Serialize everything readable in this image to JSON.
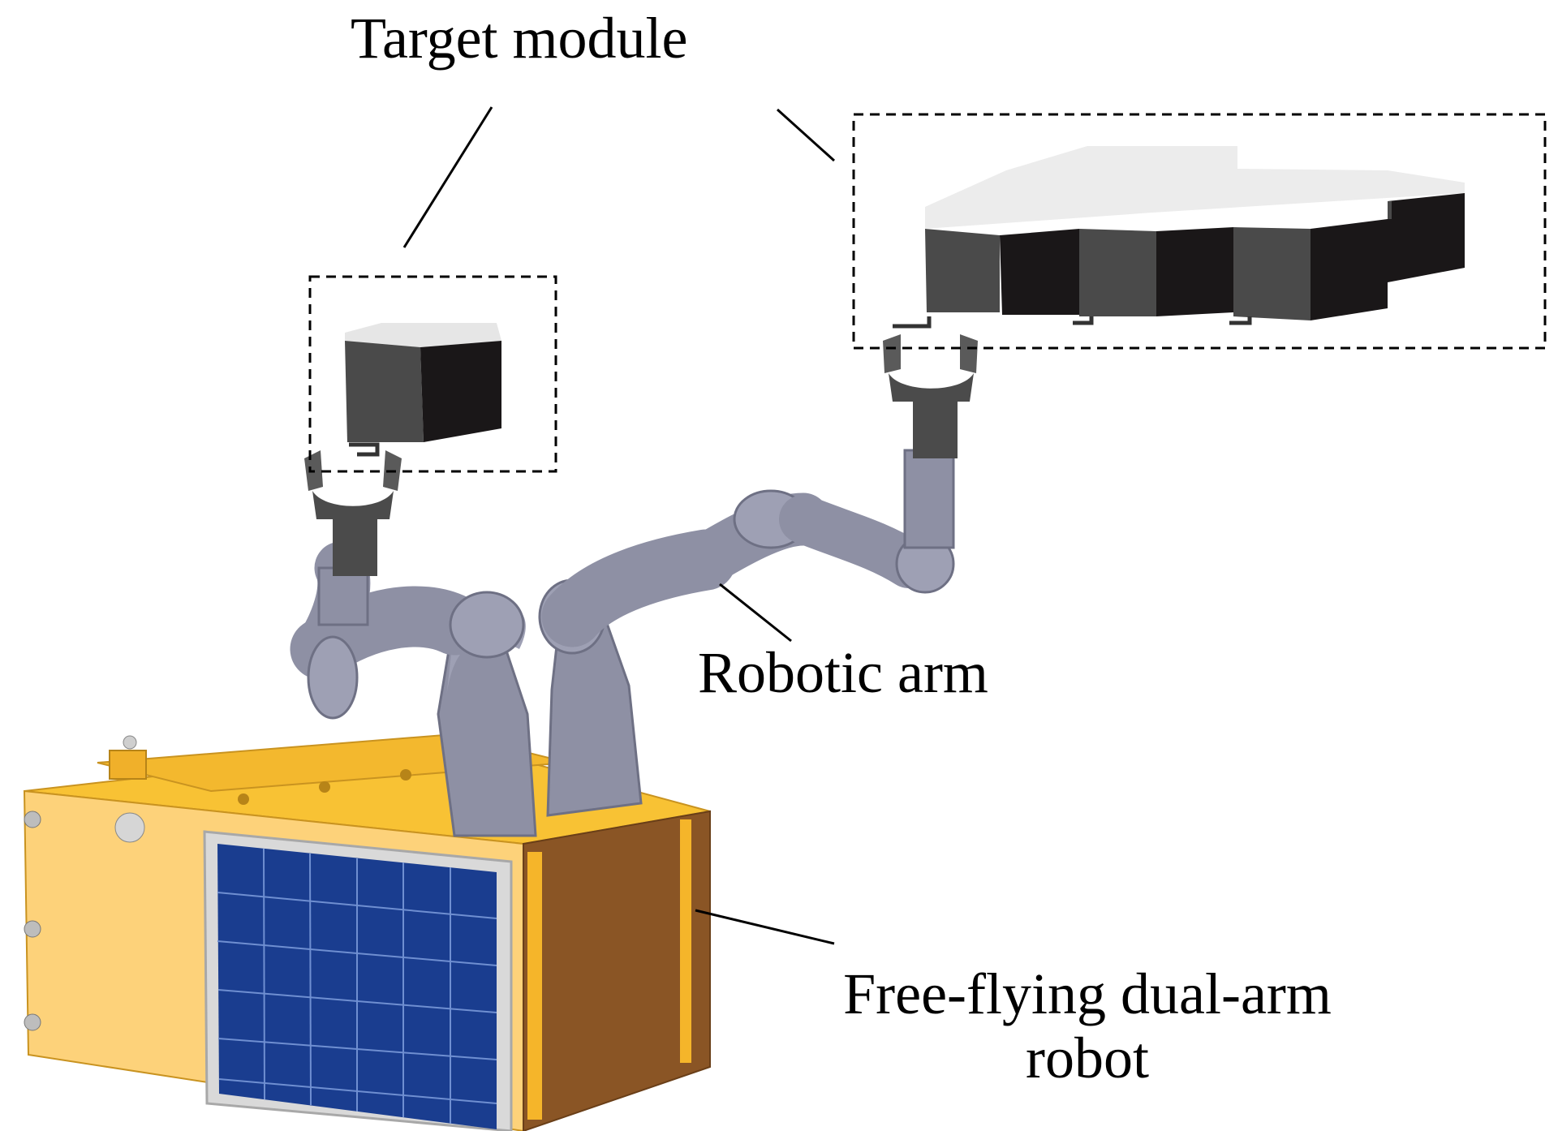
{
  "labels": {
    "target_module": "Target module",
    "robotic_arm": "Robotic arm",
    "robot_line1": "Free-flying dual-arm",
    "robot_line2": "robot"
  },
  "colors": {
    "background": "#ffffff",
    "text": "#000000",
    "leader_line": "#000000",
    "dashed_box": "#000000",
    "module_top": "#e6e6e6",
    "module_front": "#4a4a4a",
    "module_side": "#1a1718",
    "arm": "#8e90a4",
    "arm_light": "#b3b5c8",
    "gripper": "#4b4b4b",
    "body_yellow": "#f8c234",
    "body_yellow_light": "#fdd77b",
    "body_brown": "#8a5525",
    "solar_blue": "#1a3d8f",
    "solar_frame": "#d9d9d9"
  },
  "icons": {
    "module": "cube-module-icon",
    "gripper": "gripper-icon",
    "robot": "satellite-robot-icon",
    "solar_panel": "solar-panel-icon"
  }
}
